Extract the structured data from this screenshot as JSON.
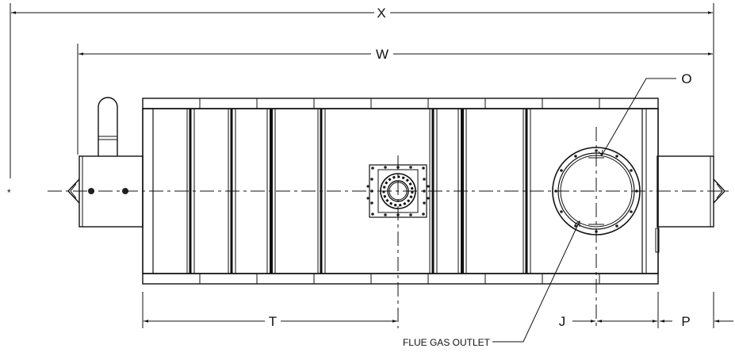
{
  "drawing": {
    "dimensions": {
      "x": "X",
      "w": "W",
      "t": "T",
      "j": "J",
      "p": "P",
      "o": "O"
    },
    "asterisk": "*",
    "callouts": {
      "flue_gas_outlet": "FLUE GAS OUTLET"
    },
    "colors": {
      "line": "#111111",
      "background": "#ffffff"
    }
  }
}
